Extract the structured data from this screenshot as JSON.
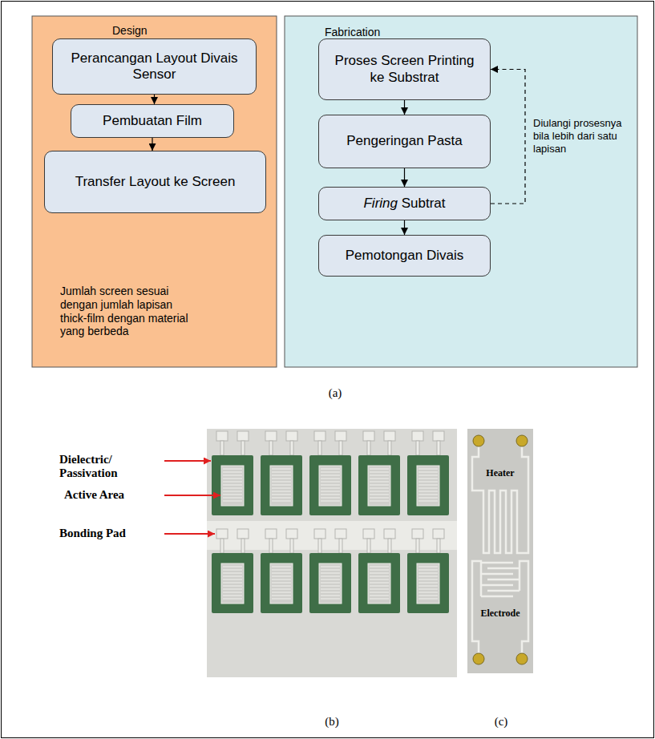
{
  "diagram": {
    "nodes": [
      {
        "text": [
          "Design",
          "Jumlah screen sesuai dengan jumlah lapisan thick-film dengan material yang berbeda"
        ]
      },
      {
        "text": [
          "Perancangan Layout Divais Sensor"
        ],
        "in": 0
      },
      {
        "text": [
          "Pembuatan Film"
        ],
        "in": 0
      },
      {
        "text": [
          "Transfer Layout ke Screen"
        ],
        "in": 0
      },
      {
        "text": [
          "Fabrication"
        ]
      },
      {
        "text": [
          "Proses Screen Printing ke Substrat"
        ],
        "in": 4
      },
      {
        "text": [
          "Pengeringan Pasta"
        ],
        "in": 4
      },
      {
        "text": [
          "Firing Subtrat"
        ],
        "in": 4
      },
      {
        "text": [
          "Pemotongan Divais"
        ],
        "in": 4
      }
    ],
    "edges": [
      {
        "from": 1,
        "to": 2,
        "arrow": "to"
      },
      {
        "from": 2,
        "to": 3,
        "arrow": "to"
      },
      {
        "from": 5,
        "to": 6,
        "arrow": "to"
      },
      {
        "from": 6,
        "to": 7,
        "arrow": "to"
      },
      {
        "from": 7,
        "to": 8,
        "arrow": "to"
      },
      {
        "from": 7,
        "to": 5,
        "label": "Diulangi prosesnya bila lebih dari satu lapisan",
        "arrow": "to"
      }
    ],
    "labels": [
      "(a)",
      "Dielectric/ Passivation",
      "Active Area",
      "Bonding Pad",
      "Heater",
      "Electrode",
      "(b)",
      "(c)"
    ]
  }
}
